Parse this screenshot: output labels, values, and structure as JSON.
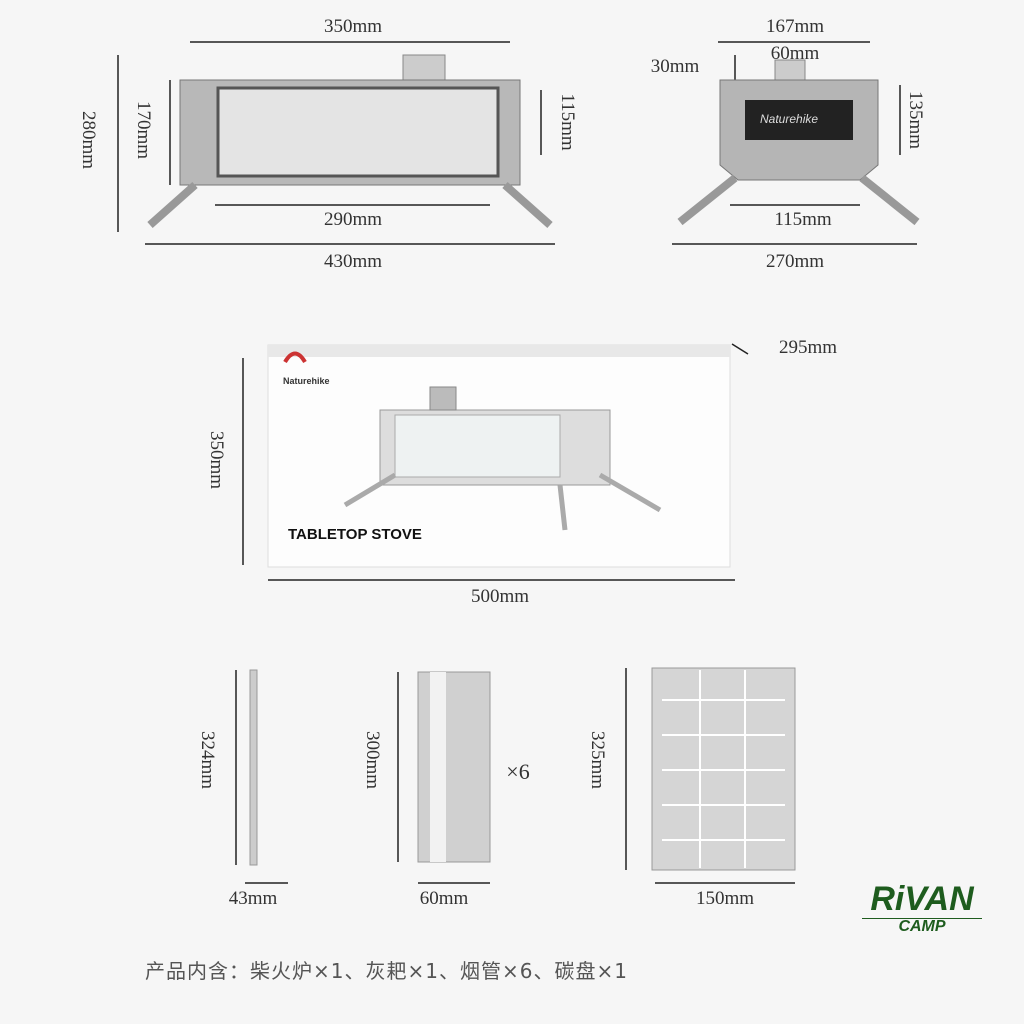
{
  "front_view": {
    "width_top": "350mm",
    "height_total": "280mm",
    "body_height": "170mm",
    "window_height": "115mm",
    "leg_inner": "290mm",
    "width_total": "430mm"
  },
  "side_view": {
    "width_top": "167mm",
    "chimney": "60mm",
    "chimney_height": "30mm",
    "body_height": "135mm",
    "leg_inner": "115mm",
    "width_total": "270mm"
  },
  "side_window_logo": "Naturehike",
  "box": {
    "depth": "295mm",
    "height": "350mm",
    "width": "500mm",
    "brand": "Naturehike",
    "title": "TABLETOP STOVE"
  },
  "parts": {
    "rod_height": "324mm",
    "rod_width": "43mm",
    "pipe_height": "300mm",
    "pipe_width": "60mm",
    "pipe_qty": "×6",
    "plate_height": "325mm",
    "plate_width": "150mm"
  },
  "footer": "产品内含：柴火炉×1、灰耙×1、烟管×6、碳盘×1",
  "watermark": {
    "line1": "RiVAN",
    "line2": "CAMP",
    "color": "#1e5c1e"
  }
}
